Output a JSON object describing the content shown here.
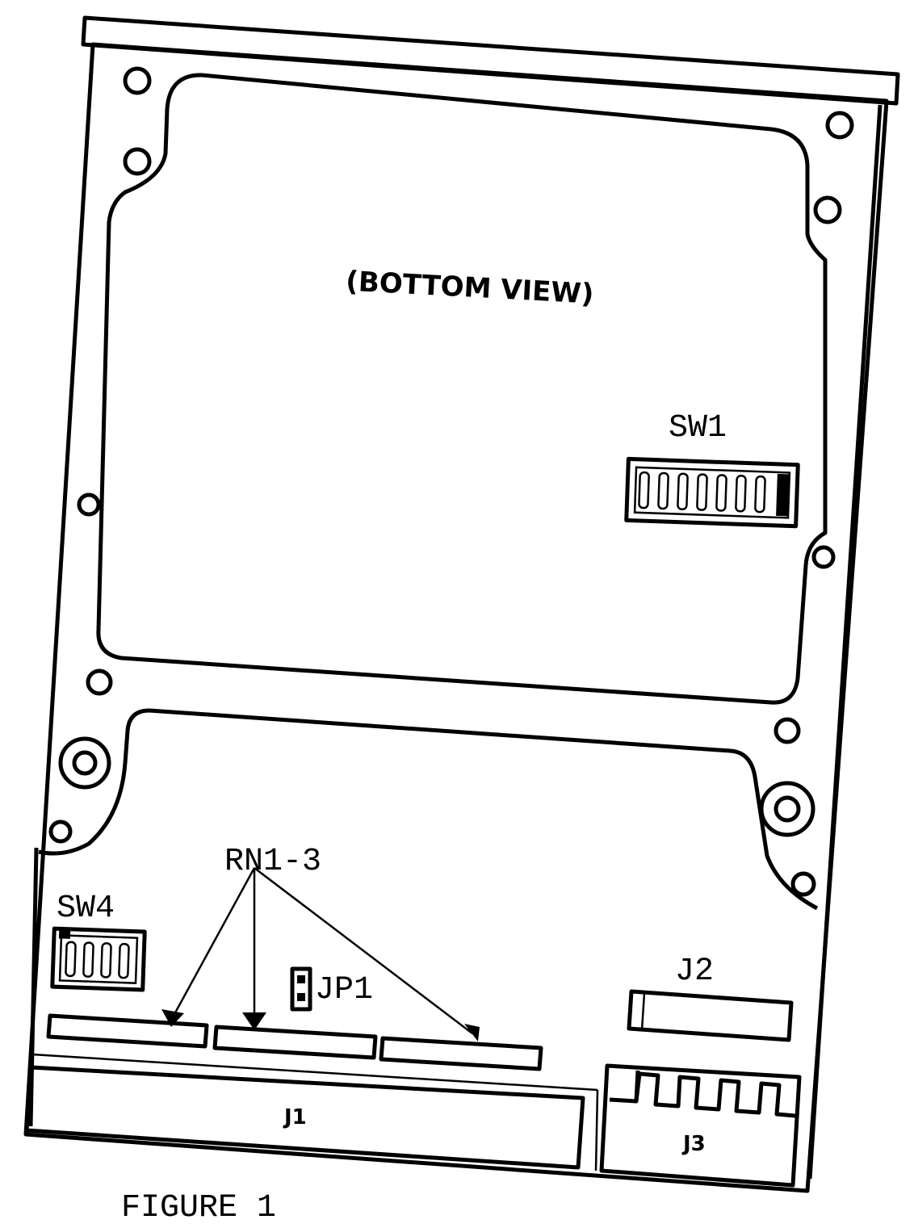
{
  "figure": {
    "caption": "FIGURE 1",
    "view_label": "(BOTTOM VIEW)",
    "labels": {
      "sw1": "SW1",
      "sw4": "SW4",
      "rn": "RN1-3",
      "jp1": "JP1",
      "j1": "J1",
      "j2": "J2",
      "j3": "J3"
    }
  }
}
